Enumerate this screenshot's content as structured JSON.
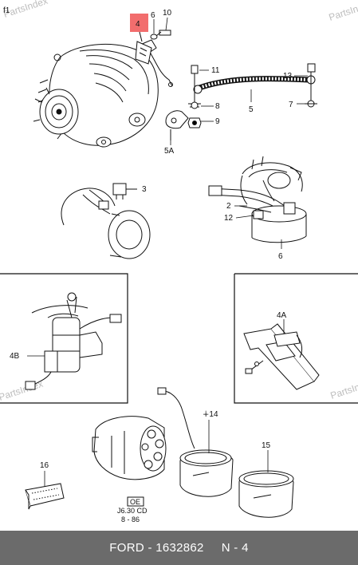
{
  "sheet_ref": "f1",
  "watermark": "PartsIndex",
  "highlight_color": "#f26d6d",
  "callouts": {
    "c4": "4",
    "c6a": "6",
    "c10": "10",
    "c11": "11",
    "c13": "13",
    "c8": "8",
    "c9": "9",
    "c5": "5",
    "c7": "7",
    "c5a": "5A",
    "c3": "3",
    "c2": "2",
    "c12": "12",
    "c6b": "6",
    "c4a": "4A",
    "c4b": "4B",
    "c14": "∔14",
    "c15": "15",
    "c16": "16"
  },
  "stamp": {
    "code": "OE",
    "line1": "J6.30 CD",
    "line2": "8 - 86"
  },
  "footer": {
    "part": "FORD - 1632862",
    "page": "N - 4"
  }
}
